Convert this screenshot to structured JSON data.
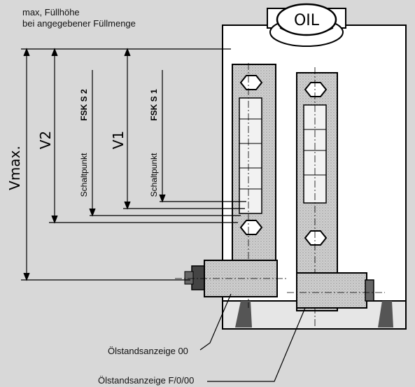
{
  "notes": {
    "fill_height_line1": "max, Füllhöhe",
    "fill_height_line2": "bei angegebener Füllmenge"
  },
  "cap_label": "OIL",
  "dimensions": {
    "vmax": "Vmax.",
    "v2": "V2",
    "v1": "V1"
  },
  "switches": {
    "s2_label": "FSK S 2",
    "s1_label": "FSK S 1",
    "switchpoint_label": "Schaltpunkt"
  },
  "callouts": {
    "indicator_00": "Ölstandsanzeige 00",
    "indicator_f000": "Ölstandsanzeige F/0/00"
  }
}
